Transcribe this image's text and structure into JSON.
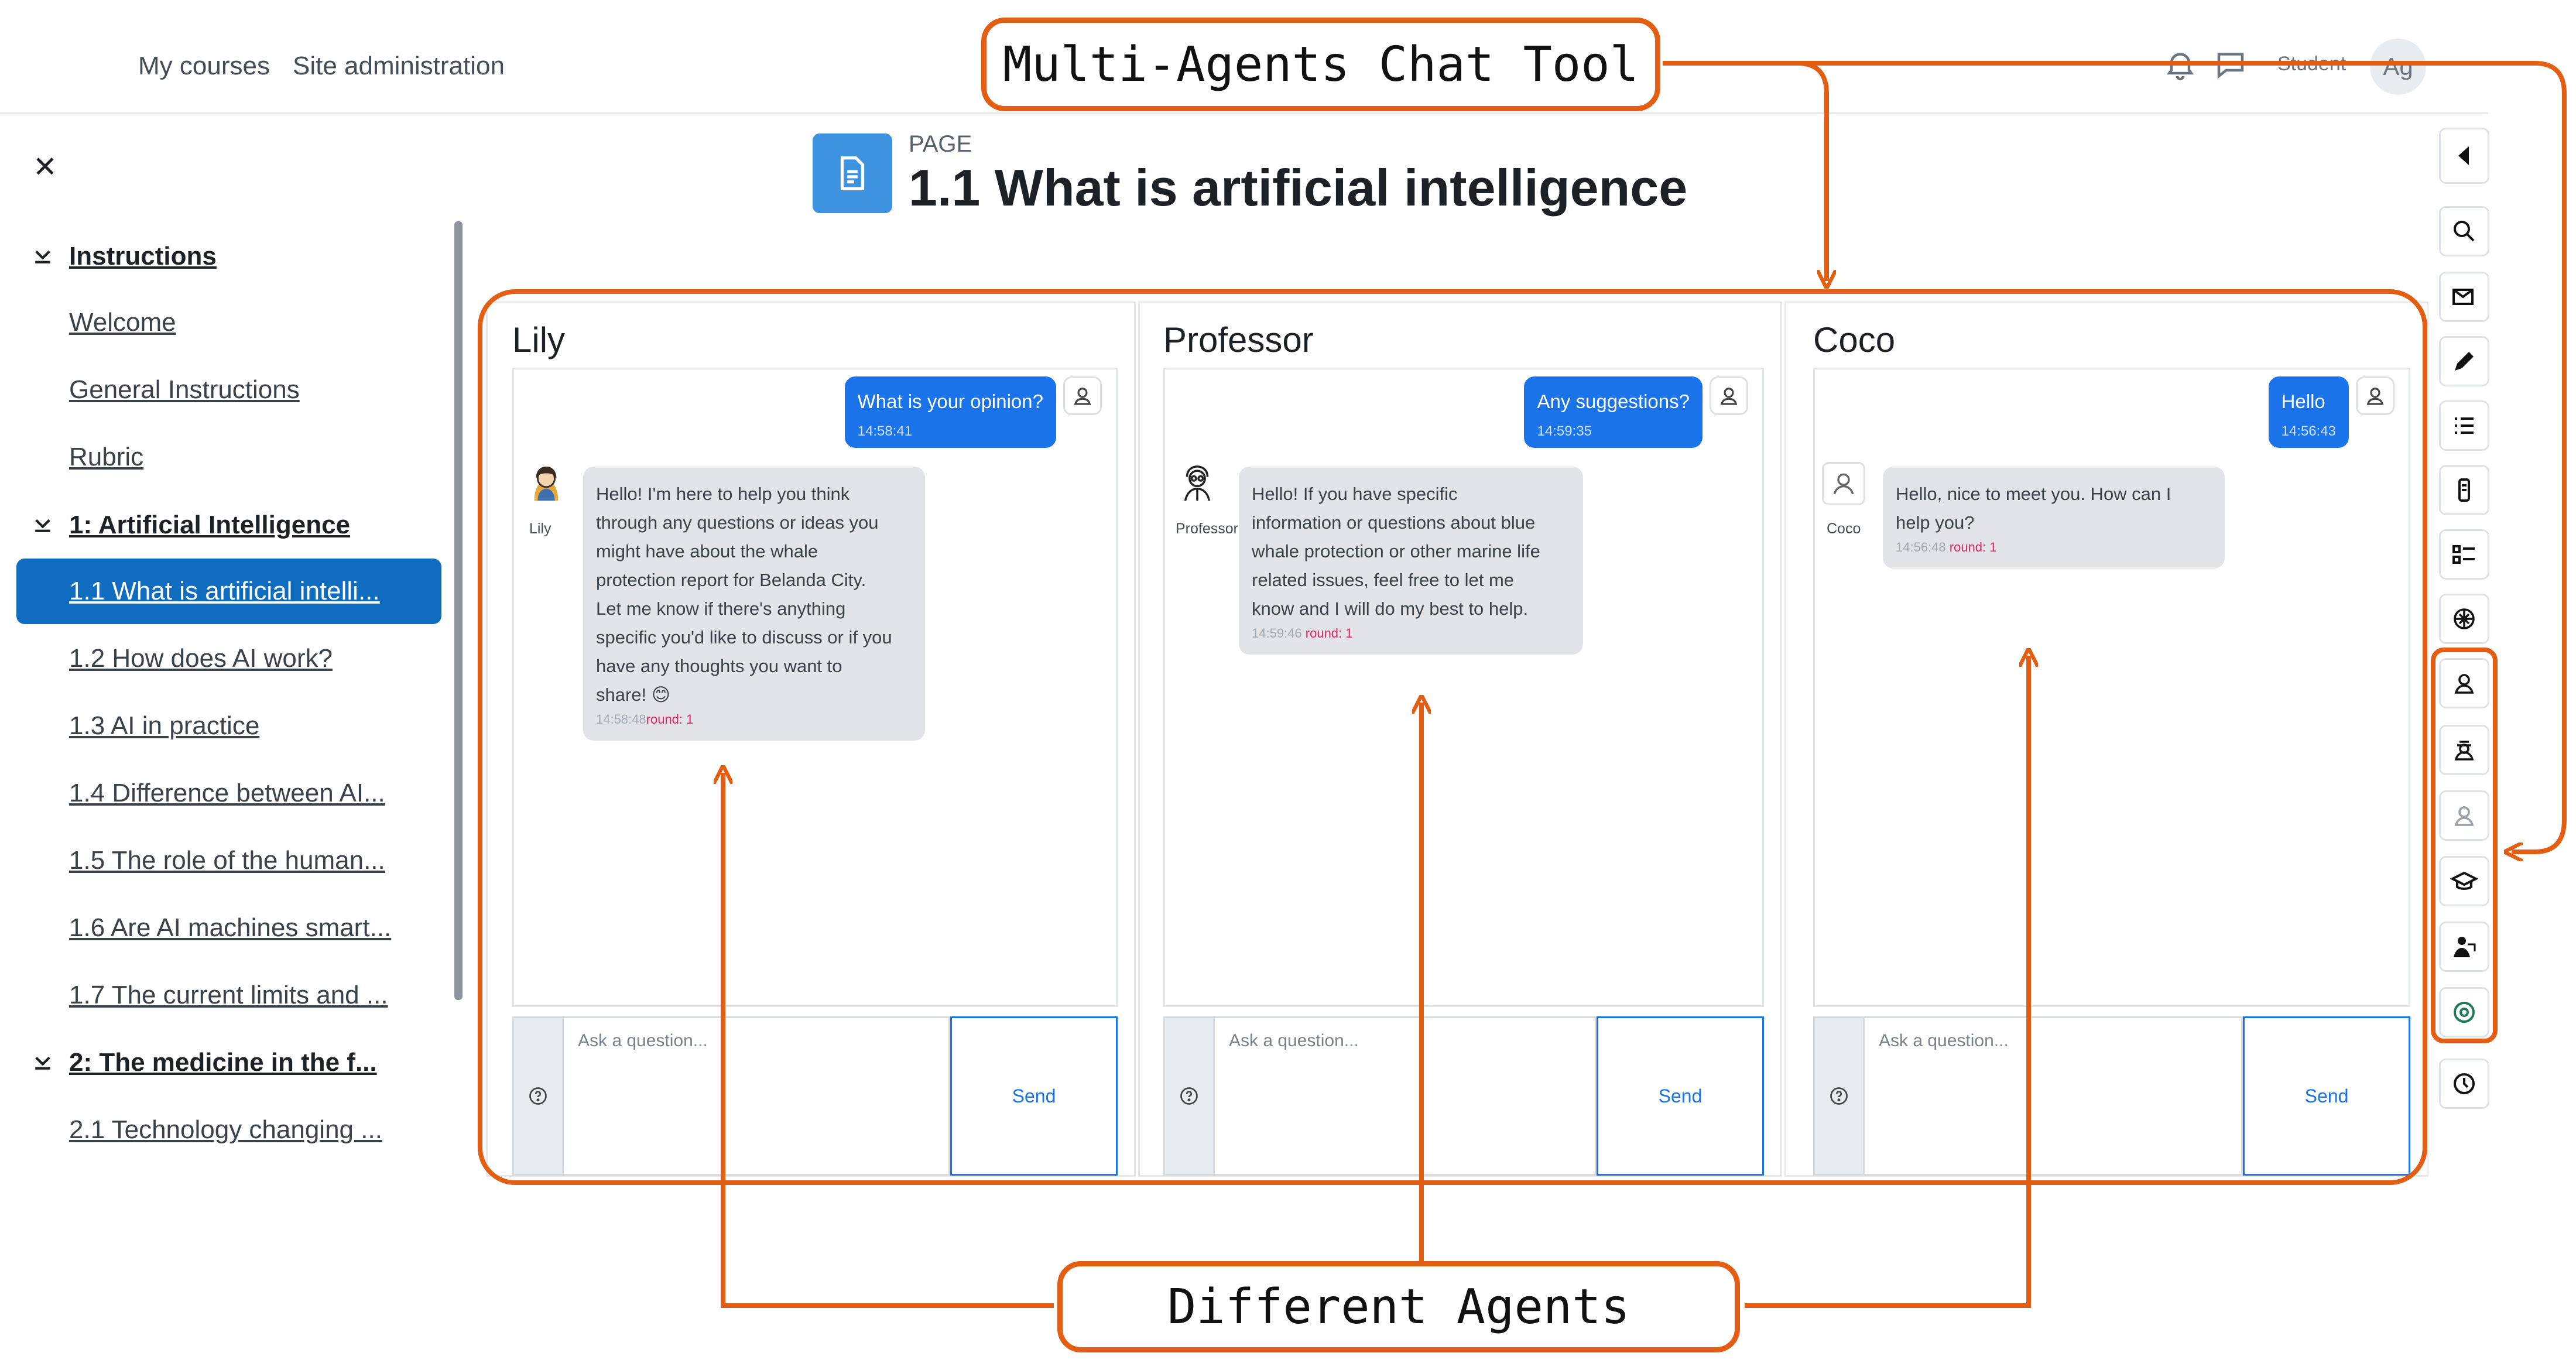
{
  "header": {
    "nav": [
      "My courses",
      "Site administration"
    ],
    "user_label": "Student",
    "avatar_initials": "Ag"
  },
  "sidebar": {
    "close_icon": "close-icon",
    "items": [
      {
        "label": "Instructions",
        "type": "section"
      },
      {
        "label": "Welcome",
        "type": "link"
      },
      {
        "label": "General Instructions",
        "type": "link"
      },
      {
        "label": "Rubric",
        "type": "link"
      },
      {
        "label": "1: Artificial Intelligence",
        "type": "section"
      },
      {
        "label": "1.1 What is artificial intelli...",
        "type": "active"
      },
      {
        "label": "1.2 How does AI work?",
        "type": "link"
      },
      {
        "label": "1.3 AI in practice",
        "type": "link"
      },
      {
        "label": "1.4 Difference between AI...",
        "type": "link"
      },
      {
        "label": "1.5 The role of the human...",
        "type": "link"
      },
      {
        "label": "1.6 Are AI machines smart...",
        "type": "link"
      },
      {
        "label": "1.7 The current limits and ...",
        "type": "link"
      },
      {
        "label": "2: The medicine in the f...",
        "type": "section"
      },
      {
        "label": "2.1 Technology changing ...",
        "type": "link"
      }
    ]
  },
  "page": {
    "type_label": "PAGE",
    "title": "1.1 What is artificial intelligence"
  },
  "toolbar": {
    "icons": [
      "collapse-drawer-icon",
      "search-icon",
      "mail-icon",
      "pencil-icon",
      "list-icon",
      "device-icon",
      "checklist-icon",
      "openai-icon",
      "agent-lily-icon",
      "agent-professor-icon",
      "agent-coco-icon",
      "graduation-cap-icon",
      "teacher-icon",
      "globe-agent-icon",
      "clock-icon"
    ]
  },
  "panels": [
    {
      "name": "Lily",
      "user_message": "What is your opinion?",
      "user_time": "14:58:41",
      "bot_name": "Lily",
      "bot_lines": [
        "Hello! I'm here to help you think",
        "through any questions or ideas you",
        "might have about the whale",
        "protection report for Belanda City.",
        "Let me know if there's anything",
        "specific you'd like to discuss or if you",
        "have any thoughts you want to",
        "share! 😊"
      ],
      "bot_time": "14:58:48",
      "round": "round: 1",
      "placeholder": "Ask a question...",
      "send": "Send"
    },
    {
      "name": "Professor",
      "user_message": "Any suggestions?",
      "user_time": "14:59:35",
      "bot_name": "Professor",
      "bot_lines": [
        "Hello! If you have specific",
        "information or questions about blue",
        "whale protection or other marine life",
        "related issues, feel free to let me",
        "know and I will do my best to help."
      ],
      "bot_time": "14:59:46",
      "round": "round: 1",
      "placeholder": "Ask a question...",
      "send": "Send"
    },
    {
      "name": "Coco",
      "user_message": "Hello",
      "user_time": "14:56:43",
      "bot_name": "Coco",
      "bot_lines": [
        "Hello, nice to meet you. How can I",
        "help you?"
      ],
      "bot_time": "14:56:48",
      "round": "round: 1",
      "placeholder": "Ask a question...",
      "send": "Send"
    }
  ],
  "annotations": {
    "top": "Multi-Agents Chat Tool",
    "bottom": "Different Agents",
    "color": "#e35d13"
  }
}
